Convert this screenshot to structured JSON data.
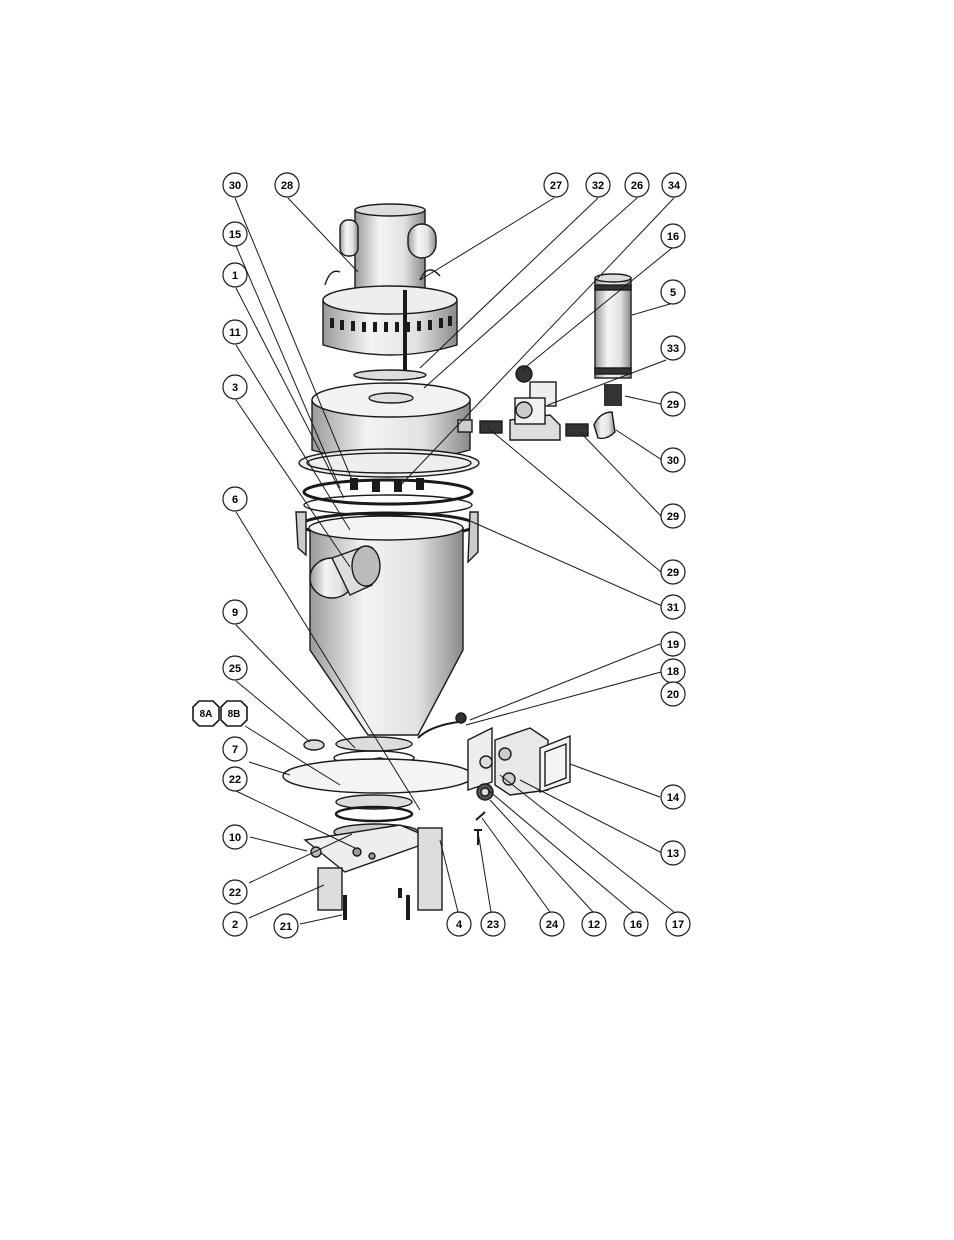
{
  "callouts": {
    "c30a": "30",
    "c28": "28",
    "c27": "27",
    "c32": "32",
    "c26": "26",
    "c34": "34",
    "c16a": "16",
    "c15": "15",
    "c1": "1",
    "c5": "5",
    "c11": "11",
    "c33": "33",
    "c3": "3",
    "c29a": "29",
    "c30b": "30",
    "c29b": "29",
    "c6": "6",
    "c29c": "29",
    "c31": "31",
    "c9": "9",
    "c19": "19",
    "c18": "18",
    "c25": "25",
    "c20": "20",
    "c8a": "8A",
    "c8b": "8B",
    "c7": "7",
    "c14": "14",
    "c22a": "22",
    "c10": "10",
    "c13": "13",
    "c22b": "22",
    "c2": "2",
    "c21": "21",
    "c4": "4",
    "c23": "23",
    "c24": "24",
    "c12": "12",
    "c16b": "16",
    "c17": "17"
  },
  "colors": {
    "line": "#1a1a1a",
    "fill": "#ffffff",
    "shade": "#c8c8c8",
    "dark": "#3a3a3a"
  }
}
